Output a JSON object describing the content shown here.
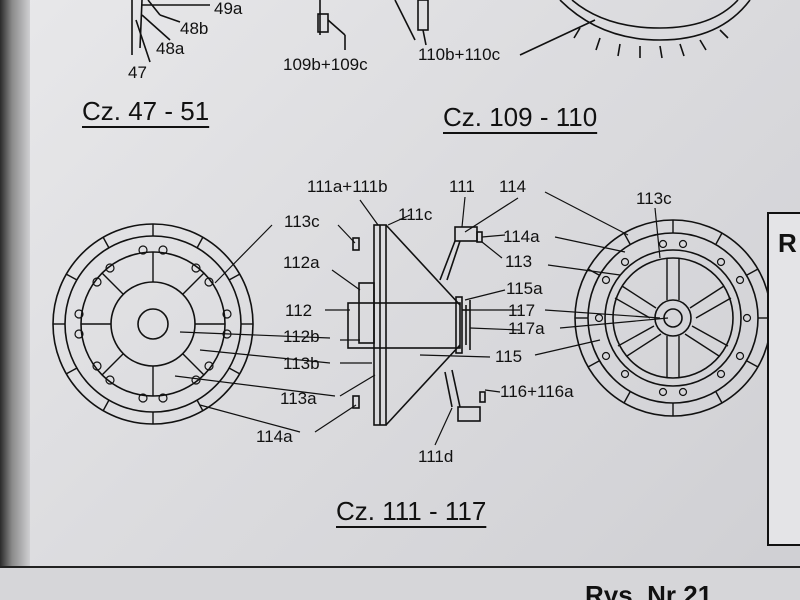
{
  "titles": {
    "t1": "Cz. 47 - 51",
    "t2": "Cz. 109 - 110",
    "t3": "Cz. 111 - 117"
  },
  "labels": {
    "l49a": "49a",
    "l48b": "48b",
    "l48a": "48a",
    "l47": "47",
    "l109": "109b+109c",
    "l110": "110b+110c",
    "l111ab": "111a+111b",
    "l111": "111",
    "l114": "114",
    "l113c_l": "113c",
    "l111c": "111c",
    "l113c_r": "113c",
    "l114a_t": "114a",
    "l112a": "112a",
    "l113": "113",
    "l115a": "115a",
    "l112": "112",
    "l117": "117",
    "l112b": "112b",
    "l117a": "117a",
    "l113b": "113b",
    "l115": "115",
    "l113a": "113a",
    "l116": "116+116a",
    "l114a_b": "114a",
    "l111d": "111d"
  },
  "side_box": {
    "letter": "R"
  },
  "footer": {
    "rys": "Rys. Nr 21"
  }
}
